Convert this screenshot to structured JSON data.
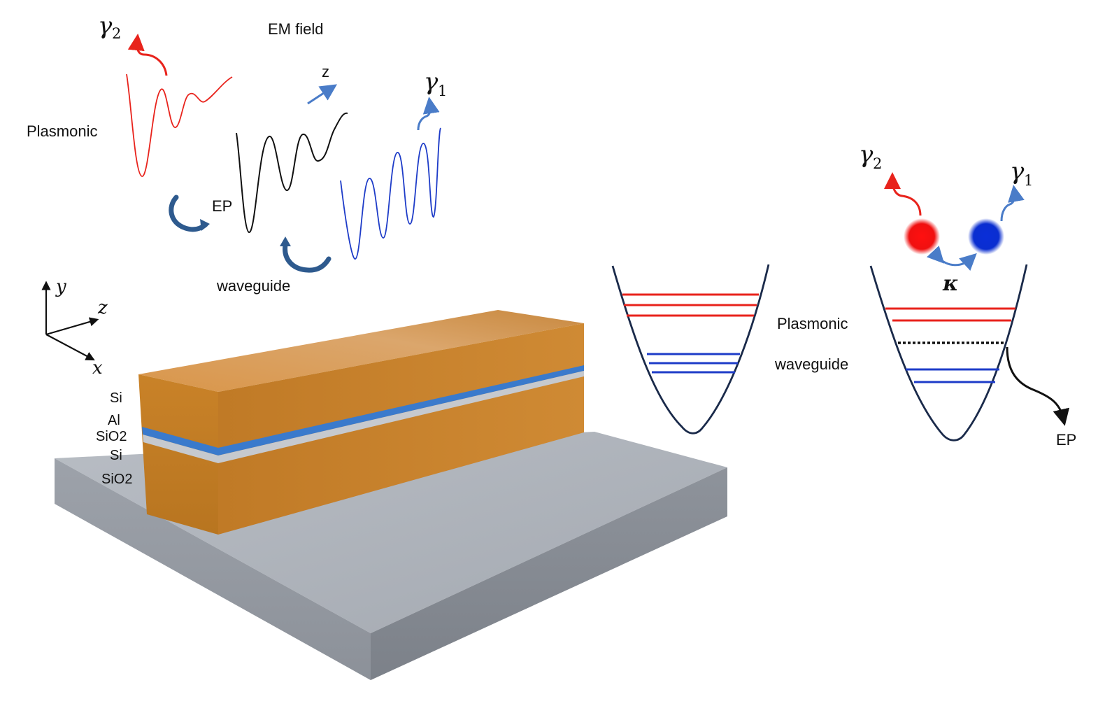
{
  "labels": {
    "em_field": "EM field",
    "plasmonic_top": "Plasmonic",
    "z_arrow": "z",
    "ep_top": "EP",
    "waveguide_top": "waveguide",
    "plasmonic_mid": "Plasmonic",
    "waveguide_mid": "waveguide",
    "ep_right": "EP",
    "kappa": "κ"
  },
  "losses": {
    "gamma2_top": {
      "symbol": "γ",
      "sub": "2"
    },
    "gamma1_top": {
      "symbol": "γ",
      "sub": "1"
    },
    "gamma2_right": {
      "symbol": "γ",
      "sub": "2"
    },
    "gamma1_right": {
      "symbol": "γ",
      "sub": "1"
    }
  },
  "axes": {
    "y": "y",
    "z": "z",
    "x": "x"
  },
  "layers": [
    "Si",
    "Al",
    "SiO2",
    "Si",
    "SiO2"
  ],
  "colors": {
    "plasmonic": "#e8231c",
    "waveguide": "#1e3cc8",
    "hybrid": "#111111",
    "arrow_blue": "#4a7cc8",
    "well": "#1a2a4a",
    "orange": "#c8822a",
    "substrate": "#a9aeb6",
    "al_layer": "#3a7acc"
  }
}
